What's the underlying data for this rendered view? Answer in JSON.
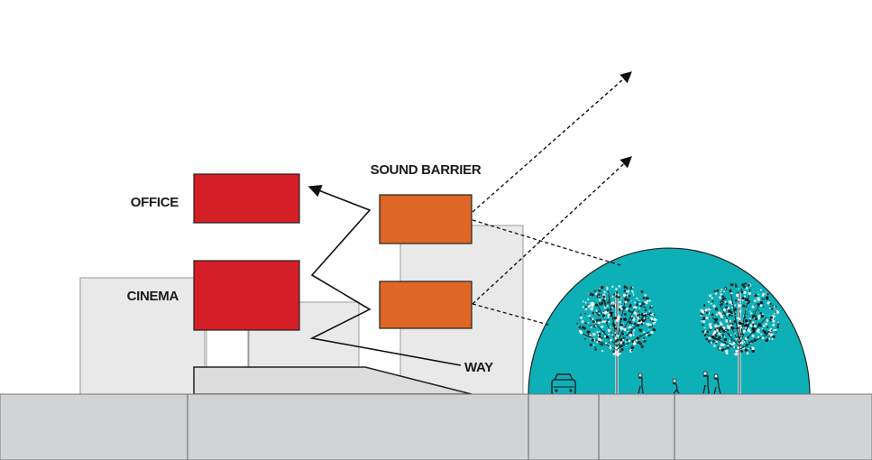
{
  "labels": {
    "office": "OFFICE",
    "cinema": "CINEMA",
    "sound_barrier": "SOUND BARRIER",
    "way": "WAY"
  },
  "colors": {
    "building_red": "#d51f26",
    "barrier_orange": "#de6726",
    "dome_teal": "#0eb0b8",
    "ground_grey": "#d2d3d4",
    "block_light": "#e9e9e9",
    "block_mid": "#dcdcdc",
    "outline": "#555555",
    "line": "#111111"
  },
  "icons": [
    "tree-icon",
    "car-icon",
    "person-icon"
  ]
}
